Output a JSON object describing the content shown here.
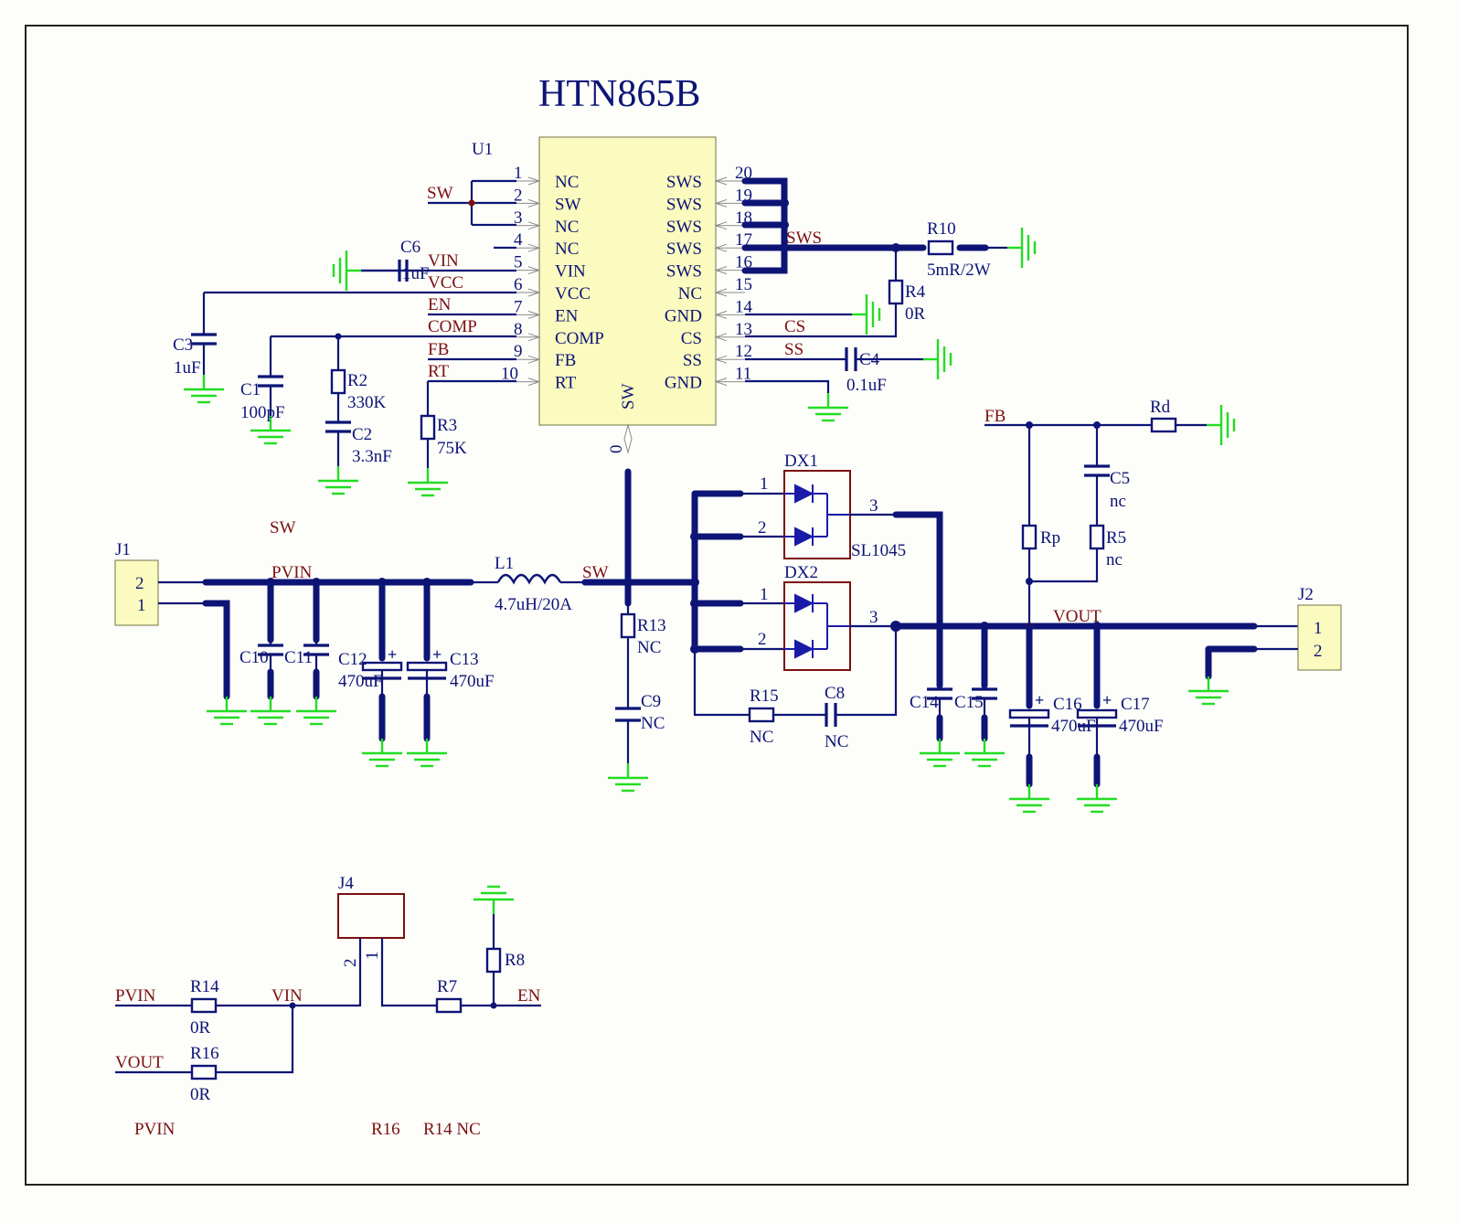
{
  "title": "HTN865B",
  "designators": {
    "u1": "U1",
    "j1": "J1",
    "j2": "J2",
    "j4": "J4",
    "l1": "L1",
    "dx1": "DX1",
    "dx2": "DX2",
    "c1": "C1",
    "c2": "C2",
    "c3": "C3",
    "c4": "C4",
    "c5": "C5",
    "c6": "C6",
    "c8": "C8",
    "c9": "C9",
    "c10": "C10",
    "c11": "C11",
    "c12": "C12",
    "c13": "C13",
    "c14": "C14",
    "c15": "C15",
    "c16": "C16",
    "c17": "C17",
    "r2": "R2",
    "r3": "R3",
    "r4": "R4",
    "r5": "R5",
    "r7": "R7",
    "r8": "R8",
    "r10": "R10",
    "r13": "R13",
    "r14": "R14",
    "r15": "R15",
    "r16": "R16",
    "rd": "Rd",
    "rp": "Rp"
  },
  "values": {
    "c1": "100pF",
    "c2": "3.3nF",
    "c3": "1uF",
    "c4": "0.1uF",
    "c5": "nc",
    "c6": "1uF",
    "c8": "NC",
    "c9": "NC",
    "c12": "470uF",
    "c13": "470uF",
    "c16": "470uF",
    "c17": "470uF",
    "r2": "330K",
    "r3": "75K",
    "r4": "0R",
    "r5": "nc",
    "r10": "5mR/2W",
    "r13": "NC",
    "r14": "0R",
    "r15": "NC",
    "r16": "0R",
    "l1": "4.7uH/20A",
    "dx1": "SL1045"
  },
  "u1_pins": {
    "left": [
      {
        "num": "1",
        "name": "NC"
      },
      {
        "num": "2",
        "name": "SW"
      },
      {
        "num": "3",
        "name": "NC"
      },
      {
        "num": "4",
        "name": "NC"
      },
      {
        "num": "5",
        "name": "VIN"
      },
      {
        "num": "6",
        "name": "VCC"
      },
      {
        "num": "7",
        "name": "EN"
      },
      {
        "num": "8",
        "name": "COMP"
      },
      {
        "num": "9",
        "name": "FB"
      },
      {
        "num": "10",
        "name": "RT"
      }
    ],
    "right": [
      {
        "num": "20",
        "name": "SWS"
      },
      {
        "num": "19",
        "name": "SWS"
      },
      {
        "num": "18",
        "name": "SWS"
      },
      {
        "num": "17",
        "name": "SWS"
      },
      {
        "num": "16",
        "name": "SWS"
      },
      {
        "num": "15",
        "name": "NC"
      },
      {
        "num": "14",
        "name": "GND"
      },
      {
        "num": "13",
        "name": "CS"
      },
      {
        "num": "12",
        "name": "SS"
      },
      {
        "num": "11",
        "name": "GND"
      }
    ],
    "bottom": {
      "num": "0",
      "name": "SW"
    }
  },
  "net_labels": {
    "sw_u1": "SW",
    "vin_u1": "VIN",
    "vcc_u1": "VCC",
    "en_u1": "EN",
    "comp_u1": "COMP",
    "fb_u1": "FB",
    "rt_u1": "RT",
    "sws": "SWS",
    "cs": "CS",
    "ss": "SS",
    "sw_free": "SW",
    "pvin_bus": "PVIN",
    "sw_bus": "SW",
    "fb_right": "FB",
    "vout_bus": "VOUT",
    "pvin_bottom": "PVIN",
    "vin_bottom": "VIN",
    "en_bottom": "EN",
    "vout_bottom": "VOUT"
  },
  "connector_pins": {
    "j1_top": "2",
    "j1_bottom": "1",
    "j2_top": "1",
    "j2_bottom": "2",
    "j4_left": "2",
    "j4_right": "1",
    "dx1_a": "1",
    "dx1_b": "2",
    "dx1_k": "3",
    "dx2_a": "1",
    "dx2_b": "2",
    "dx2_k": "3"
  },
  "notes": {
    "pvin": "PVIN",
    "r16": "R16",
    "r14nc": "R14 NC"
  },
  "colors": {
    "wire": "#0d1476",
    "ground": "#22dd22",
    "net_label": "#7a1010",
    "chip_fill": "#fbfbbf",
    "border": "#222222"
  }
}
